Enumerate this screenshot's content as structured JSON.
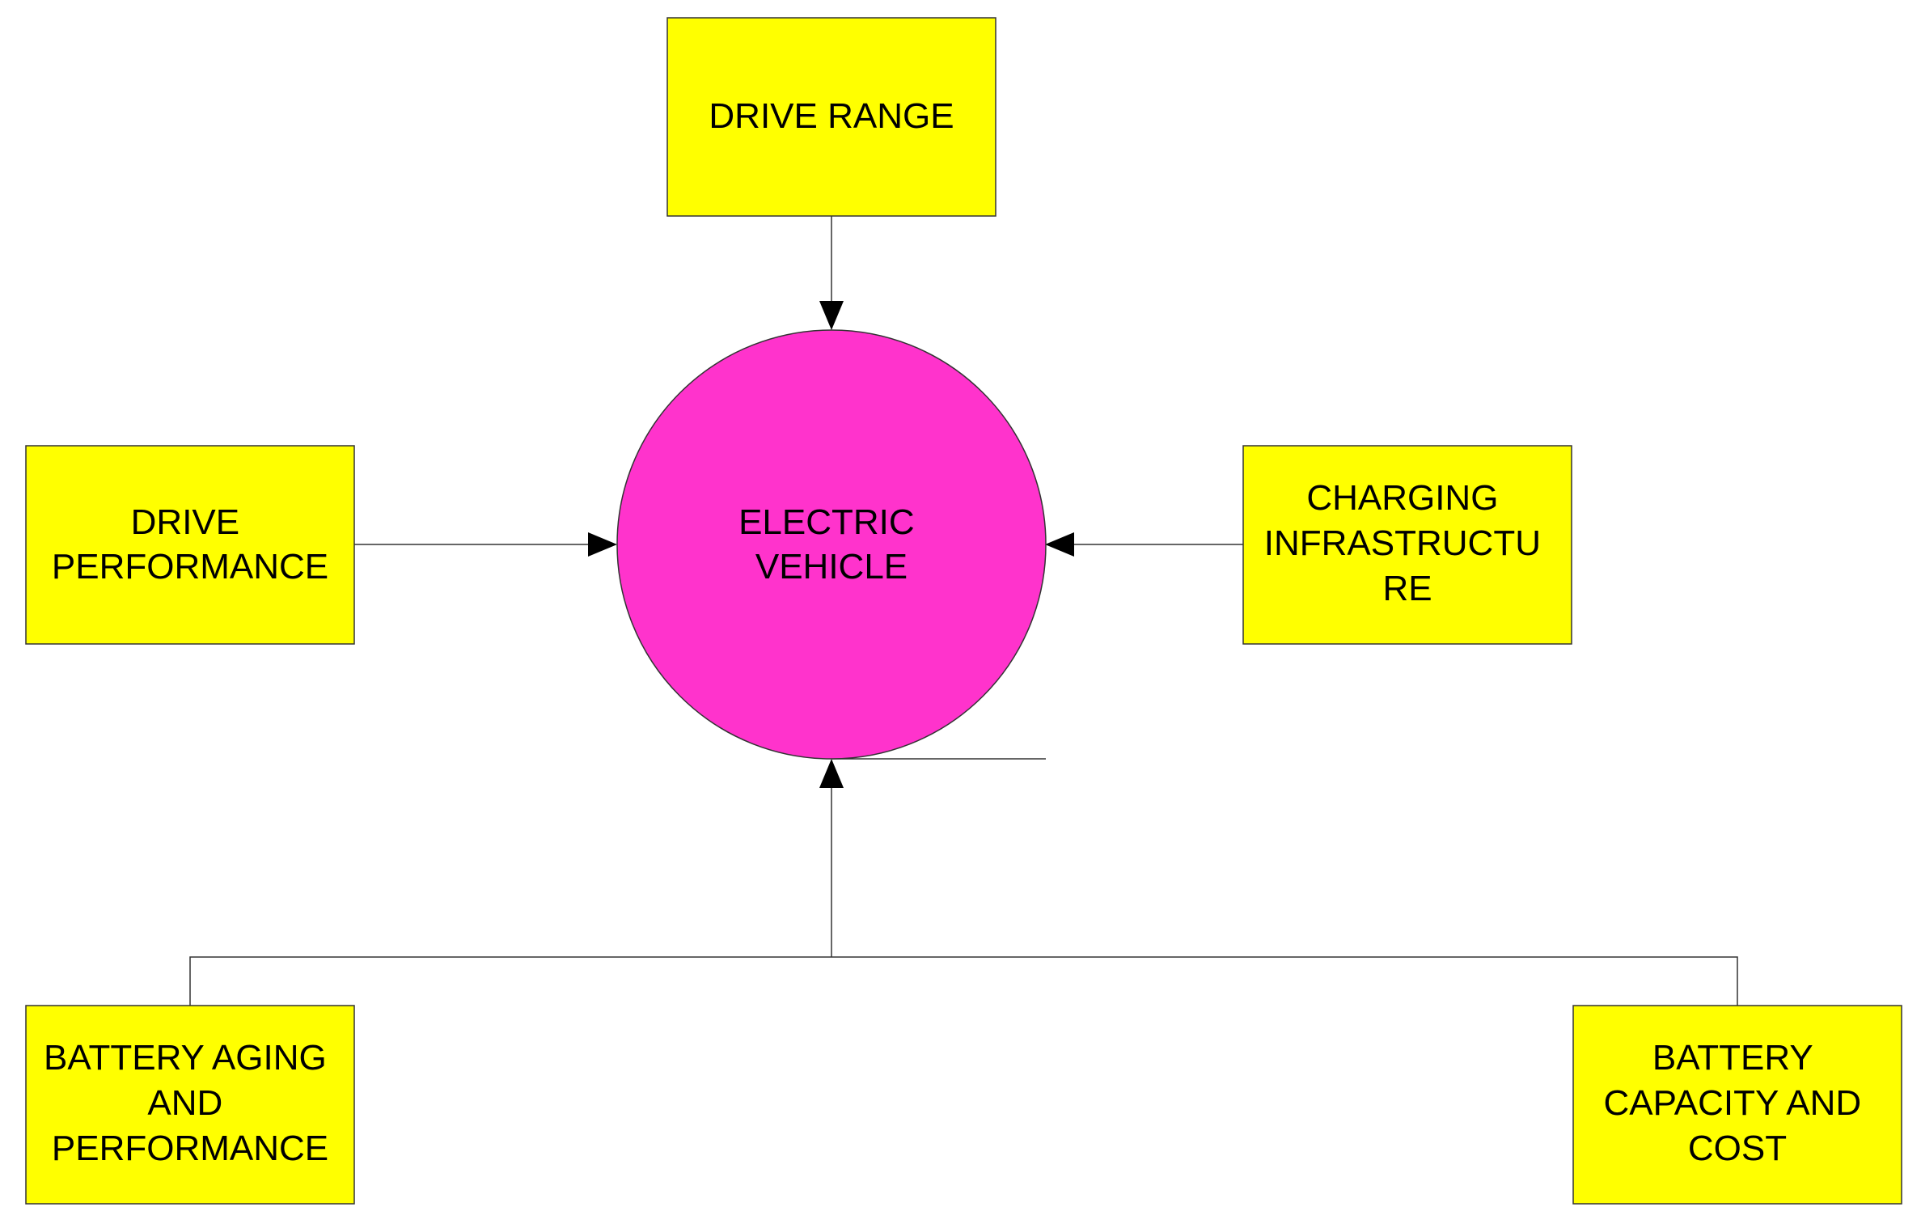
{
  "diagram": {
    "hub": {
      "lines": [
        "ELECTRIC",
        "VEHICLE"
      ]
    },
    "boxes": {
      "drive_range": {
        "lines": [
          "DRIVE RANGE"
        ]
      },
      "drive_performance": {
        "lines": [
          "DRIVE",
          "PERFORMANCE"
        ]
      },
      "charging_infrastructure": {
        "lines": [
          "CHARGING",
          "INFRASTRUCTU",
          "RE"
        ]
      },
      "battery_aging": {
        "lines": [
          "BATTERY AGING",
          "AND",
          "PERFORMANCE"
        ]
      },
      "battery_capacity": {
        "lines": [
          "BATTERY",
          "CAPACITY AND",
          "COST"
        ]
      }
    },
    "colors": {
      "box_fill": "#ffff00",
      "hub_fill": "#ff33cc",
      "line": "#333333",
      "text": "#000000"
    }
  }
}
